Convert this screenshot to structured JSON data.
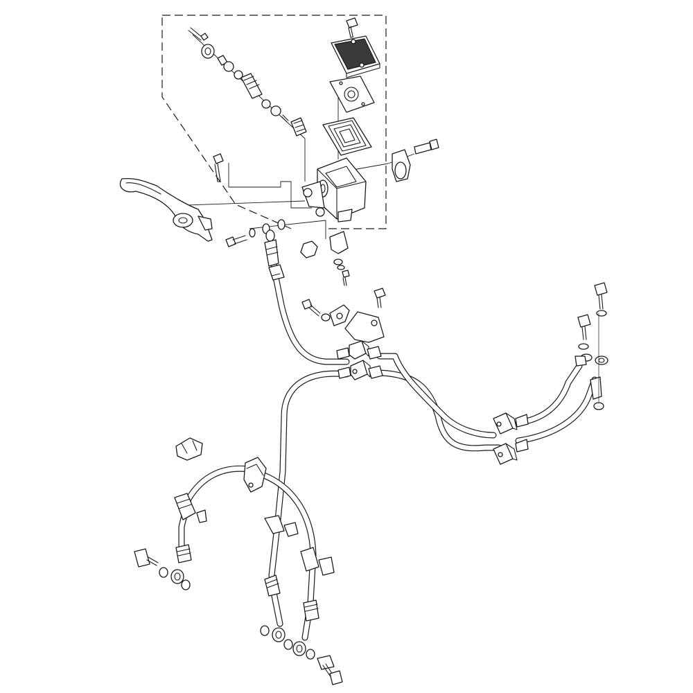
{
  "diagram": {
    "kind": "exploded-parts-diagram",
    "colors": {
      "line": "#1a1a1a",
      "background": "#ffffff",
      "shaded": "#3a3a3a"
    },
    "assemblies": [
      {
        "name": "front-brake-master-cylinder-assembly"
      },
      {
        "name": "brake-lever"
      },
      {
        "name": "front-brake-hose-set"
      },
      {
        "name": "hose-joint-bracket"
      },
      {
        "name": "left-caliper-hose"
      },
      {
        "name": "right-caliper-hose"
      }
    ]
  }
}
